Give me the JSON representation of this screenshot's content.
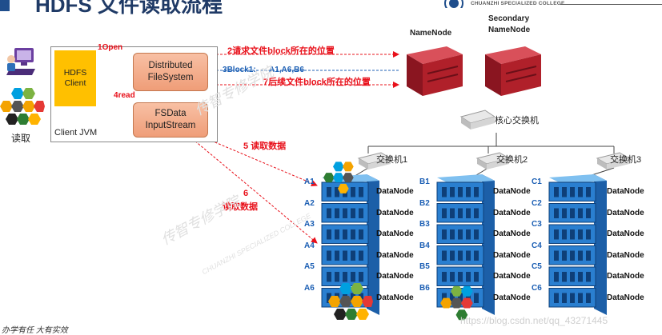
{
  "header": {
    "title": "HDFS 文件读取流程",
    "college_name": "CHUANZHI SPECIALIZED COLLEGE"
  },
  "client": {
    "reader_label": "读取",
    "hdfs_client": "HDFS Client",
    "dfs": "Distributed FileSystem",
    "fsdis": "FSData InputStream",
    "jvm_label": "Client JVM"
  },
  "steps": {
    "s1_num": "1",
    "s1_text": "Open",
    "s2_num": "2",
    "s2_text": "请求文件block所在的位置",
    "s3_num": "3",
    "s3_text": "Block1:",
    "s3_blocks": "A1,A6,B6",
    "s4_num": "4",
    "s4_text": "read",
    "s5_num": "5",
    "s5_text": "读取数据",
    "s6_num": "6",
    "s6_text": "读取数据",
    "s7_num": "7",
    "s7_text": "后续文件block所在的位置"
  },
  "namenodes": {
    "primary": "NameNode",
    "secondary_line1": "Secondary",
    "secondary_line2": "NameNode"
  },
  "switches": {
    "core": "核心交换机",
    "sw1": "交换机1",
    "sw2": "交换机2",
    "sw3": "交换机3"
  },
  "racks": [
    {
      "rows": [
        "A1",
        "A2",
        "A3",
        "A4",
        "A5",
        "A6"
      ]
    },
    {
      "rows": [
        "B1",
        "B2",
        "B3",
        "B4",
        "B5",
        "B6"
      ]
    },
    {
      "rows": [
        "C1",
        "C2",
        "C3",
        "C4",
        "C5",
        "C6"
      ]
    }
  ],
  "datanode_label": "DataNode",
  "watermarks": {
    "url": "https://blog.csdn.net/qq_43271445",
    "signature": "办学有任 大有实效",
    "cn_mark": "传智专修学院",
    "en_mark": "CHUANZHI SPECIALIZED COLLEGE"
  },
  "colors": {
    "client_yellow": "#ffc000",
    "process_box": "#f4ab8c",
    "arrow_red": "#e8101a",
    "arrow_blue": "#1c5fb4",
    "server_red": "#b0202a",
    "server_blue": "#2a7fd0"
  }
}
